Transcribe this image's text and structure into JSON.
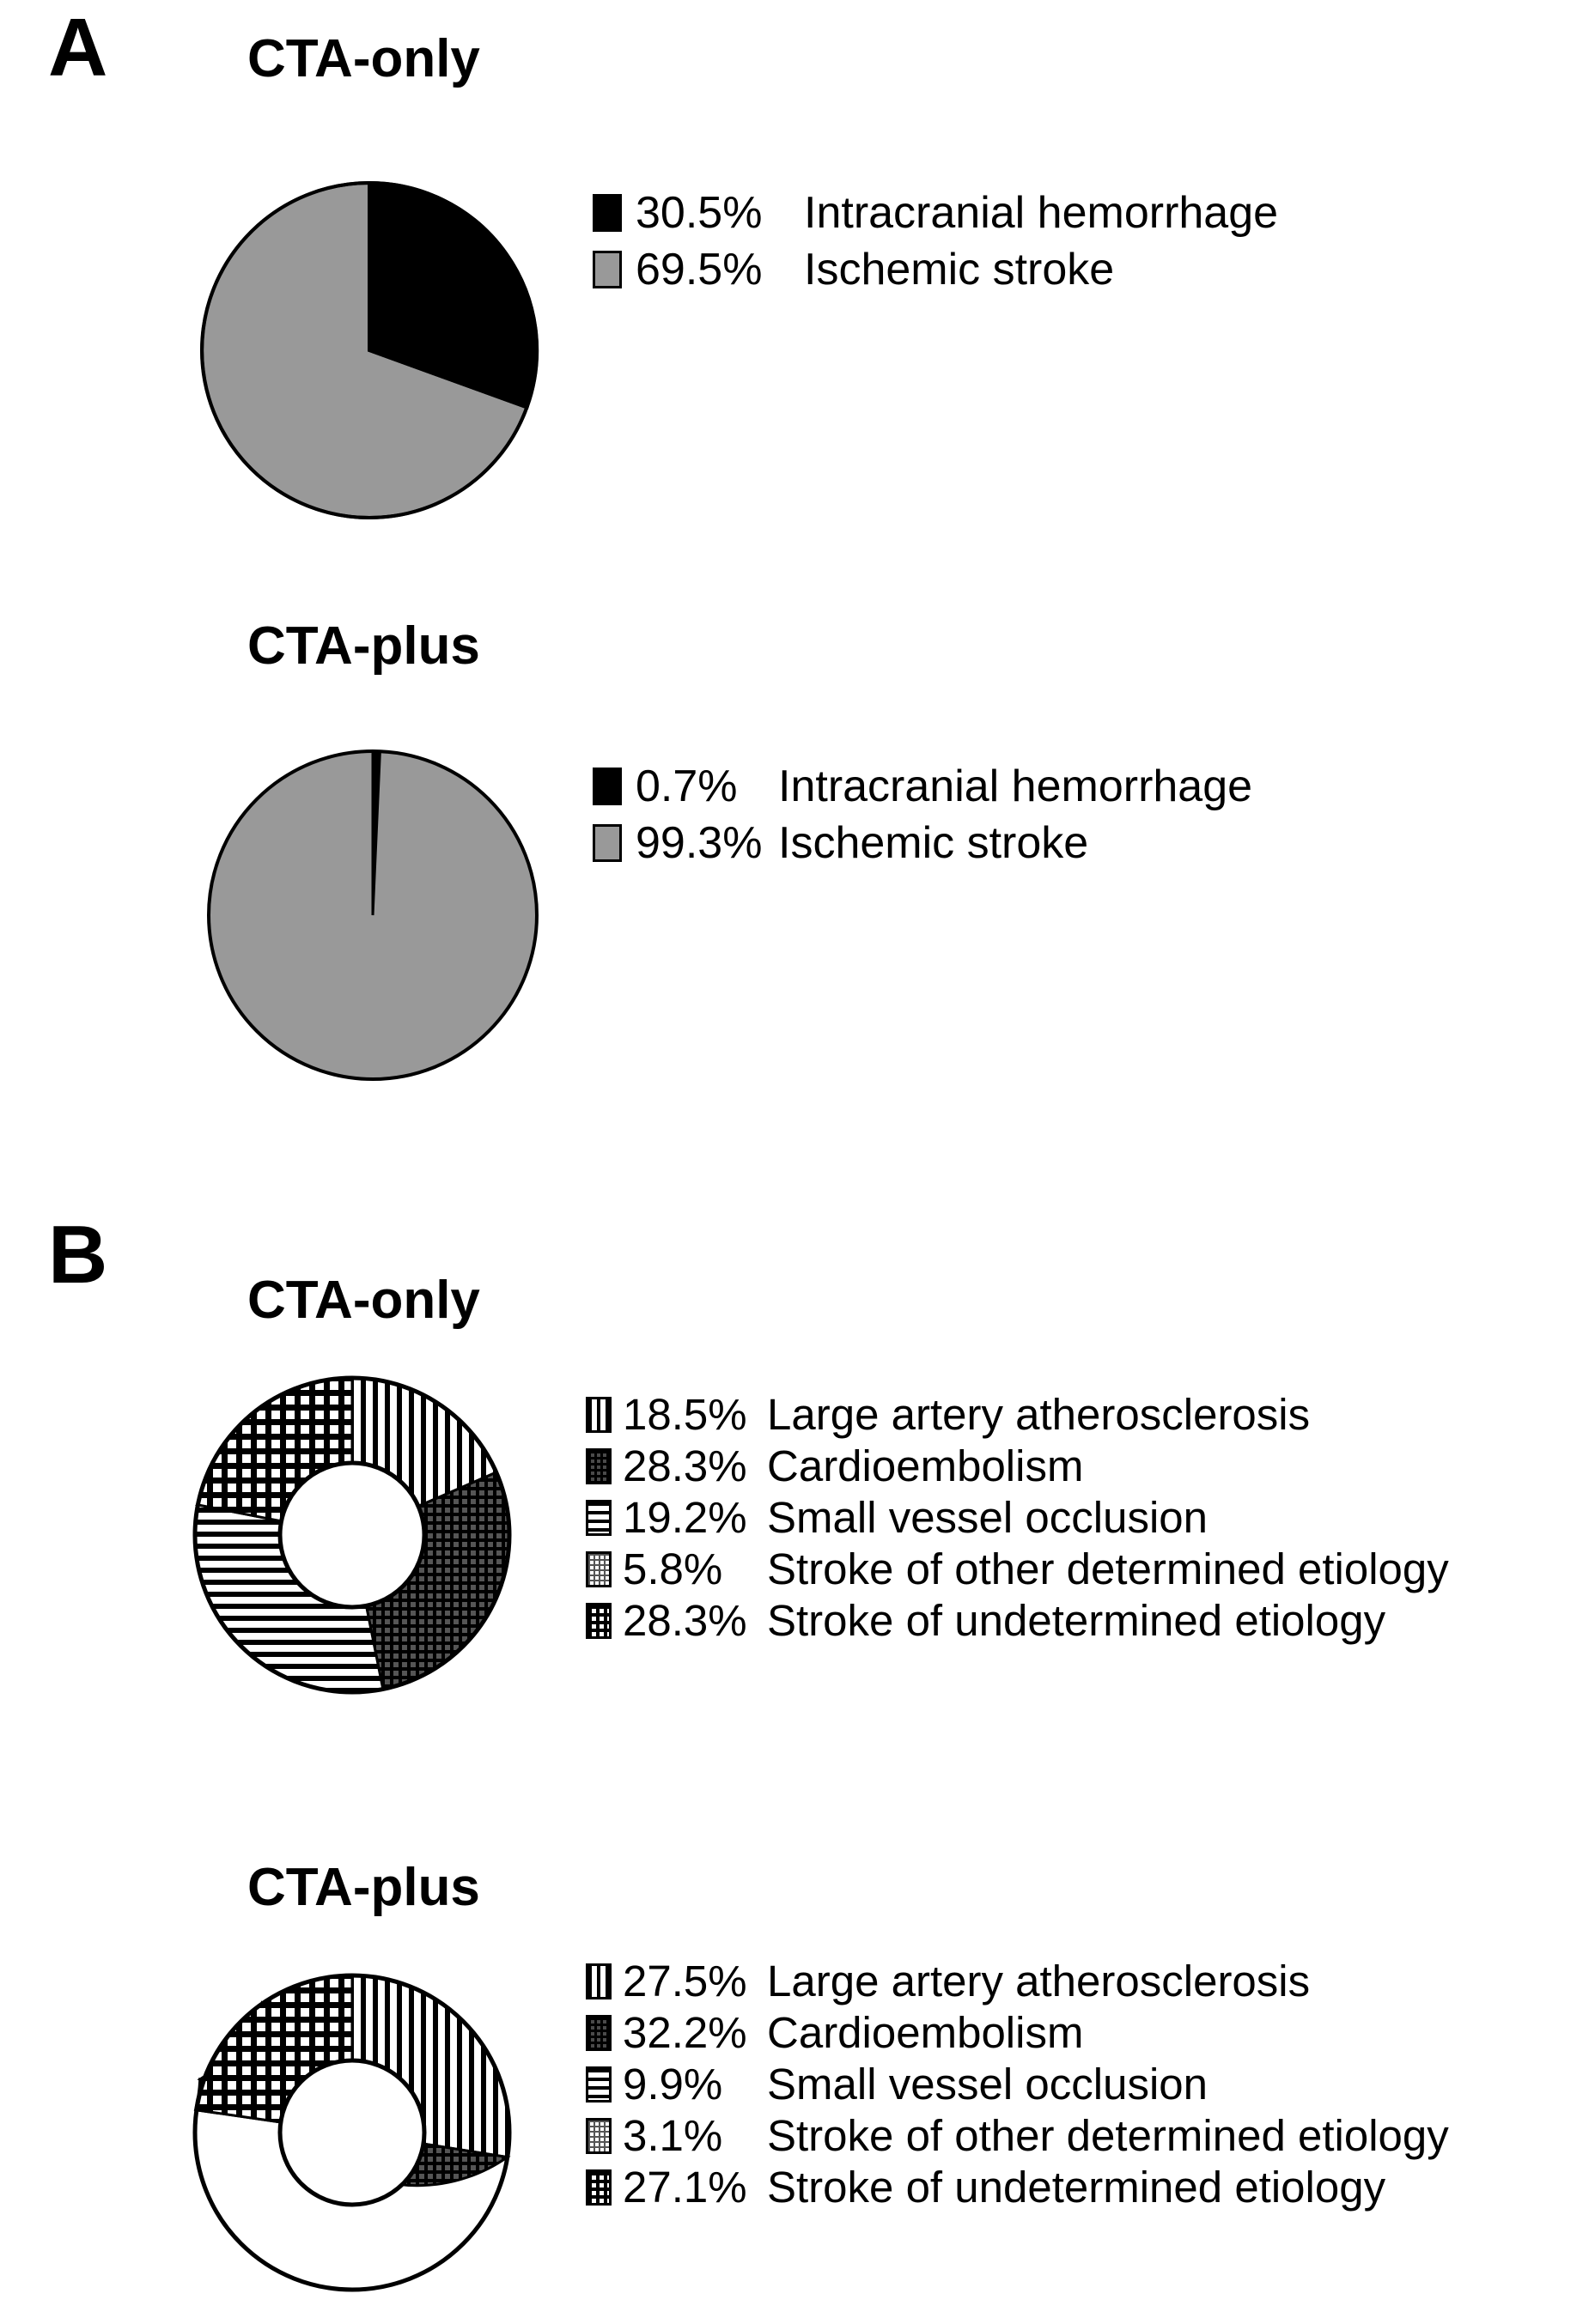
{
  "figure": {
    "panels": [
      {
        "letter": "A"
      },
      {
        "letter": "B"
      }
    ]
  },
  "panelA": {
    "letter": "A",
    "charts": [
      {
        "title": "CTA-only",
        "legend": [
          {
            "pct": "30.5%",
            "label": "Intracranial hemorrhage",
            "swatch": "black"
          },
          {
            "pct": "69.5%",
            "label": "Ischemic stroke",
            "swatch": "gray"
          }
        ]
      },
      {
        "title": "CTA-plus",
        "legend": [
          {
            "pct": "0.7%",
            "label": "Intracranial hemorrhage",
            "swatch": "black"
          },
          {
            "pct": "99.3%",
            "label": "Ischemic stroke",
            "swatch": "gray"
          }
        ]
      }
    ]
  },
  "panelB": {
    "letter": "B",
    "charts": [
      {
        "title": "CTA-only",
        "legend": [
          {
            "pct": "18.5%",
            "label": "Large artery atherosclerosis",
            "swatch": "vertical-stripes"
          },
          {
            "pct": "28.3%",
            "label": "Cardioembolism",
            "swatch": "dark-crosshatch"
          },
          {
            "pct": "19.2%",
            "label": "Small vessel occlusion",
            "swatch": "horizontal-stripes"
          },
          {
            "pct": "5.8%",
            "label": "Stroke of other determined etiology",
            "swatch": "light-dots"
          },
          {
            "pct": "28.3%",
            "label": "Stroke of undetermined etiology",
            "swatch": "grid"
          }
        ]
      },
      {
        "title": "CTA-plus",
        "legend": [
          {
            "pct": "27.5%",
            "label": "Large artery atherosclerosis",
            "swatch": "vertical-stripes"
          },
          {
            "pct": "32.2%",
            "label": "Cardioembolism",
            "swatch": "dark-crosshatch"
          },
          {
            "pct": "9.9%",
            "label": "Small vessel occlusion",
            "swatch": "horizontal-stripes"
          },
          {
            "pct": "3.1%",
            "label": "Stroke of other determined etiology",
            "swatch": "light-dots"
          },
          {
            "pct": "27.1%",
            "label": "Stroke of undetermined etiology",
            "swatch": "grid"
          }
        ]
      }
    ]
  },
  "colors": {
    "black": "#000000",
    "gray": "#999999",
    "white": "#ffffff",
    "dark_crosshatch": "#4a4a4a"
  },
  "chart_data": [
    {
      "type": "pie",
      "title": "CTA-only",
      "panel": "A",
      "categories": [
        "Intracranial hemorrhage",
        "Ischemic stroke"
      ],
      "values": [
        30.5,
        69.5
      ],
      "unit": "%",
      "fills": [
        "#000000",
        "#999999"
      ],
      "start_angle_deg": 0,
      "direction": "clockwise",
      "legend_position": "right"
    },
    {
      "type": "pie",
      "title": "CTA-plus",
      "panel": "A",
      "categories": [
        "Intracranial hemorrhage",
        "Ischemic stroke"
      ],
      "values": [
        0.7,
        99.3
      ],
      "unit": "%",
      "fills": [
        "#000000",
        "#999999"
      ],
      "start_angle_deg": 0,
      "direction": "clockwise",
      "legend_position": "right"
    },
    {
      "type": "pie",
      "subtype": "donut",
      "title": "CTA-only",
      "panel": "B",
      "categories": [
        "Large artery atherosclerosis",
        "Cardioembolism",
        "Small vessel occlusion",
        "Stroke of other determined etiology",
        "Stroke of undetermined etiology"
      ],
      "values": [
        18.5,
        28.3,
        19.2,
        5.8,
        28.3
      ],
      "unit": "%",
      "patterns": [
        "vertical-stripes",
        "dark-crosshatch",
        "horizontal-stripes",
        "light-dots",
        "grid"
      ],
      "inner_radius_ratio": 0.46,
      "start_angle_deg": 0,
      "direction": "clockwise",
      "legend_position": "right"
    },
    {
      "type": "pie",
      "subtype": "donut",
      "title": "CTA-plus",
      "panel": "B",
      "categories": [
        "Large artery atherosclerosis",
        "Cardioembolism",
        "Small vessel occlusion",
        "Stroke of other determined etiology",
        "Stroke of undetermined etiology"
      ],
      "values": [
        27.5,
        32.2,
        9.9,
        3.1,
        27.1
      ],
      "unit": "%",
      "patterns": [
        "vertical-stripes",
        "dark-crosshatch",
        "horizontal-stripes",
        "light-dots",
        "grid"
      ],
      "inner_radius_ratio": 0.46,
      "start_angle_deg": 0,
      "direction": "clockwise",
      "legend_position": "right"
    }
  ]
}
